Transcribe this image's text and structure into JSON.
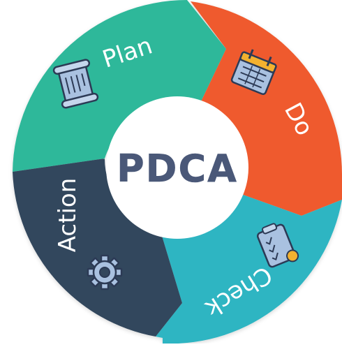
{
  "diagram": {
    "center_label": "PDCA",
    "segments": [
      {
        "key": "plan",
        "label": "Plan",
        "icon": "document-scroll-icon",
        "color": "#2fb89a"
      },
      {
        "key": "do",
        "label": "Do",
        "icon": "calendar-icon",
        "color": "#ef5a2e"
      },
      {
        "key": "check",
        "label": "Check",
        "icon": "checklist-icon",
        "color": "#2eb5c2"
      },
      {
        "key": "action",
        "label": "Action",
        "icon": "gear-icon",
        "color": "#33475d"
      }
    ],
    "text_color": "#ffffff",
    "center_text_color": "#4a5878",
    "icon_fill": "#a9c1e0",
    "icon_stroke": "#2c3a55",
    "icon_accent": "#f3b12f"
  }
}
